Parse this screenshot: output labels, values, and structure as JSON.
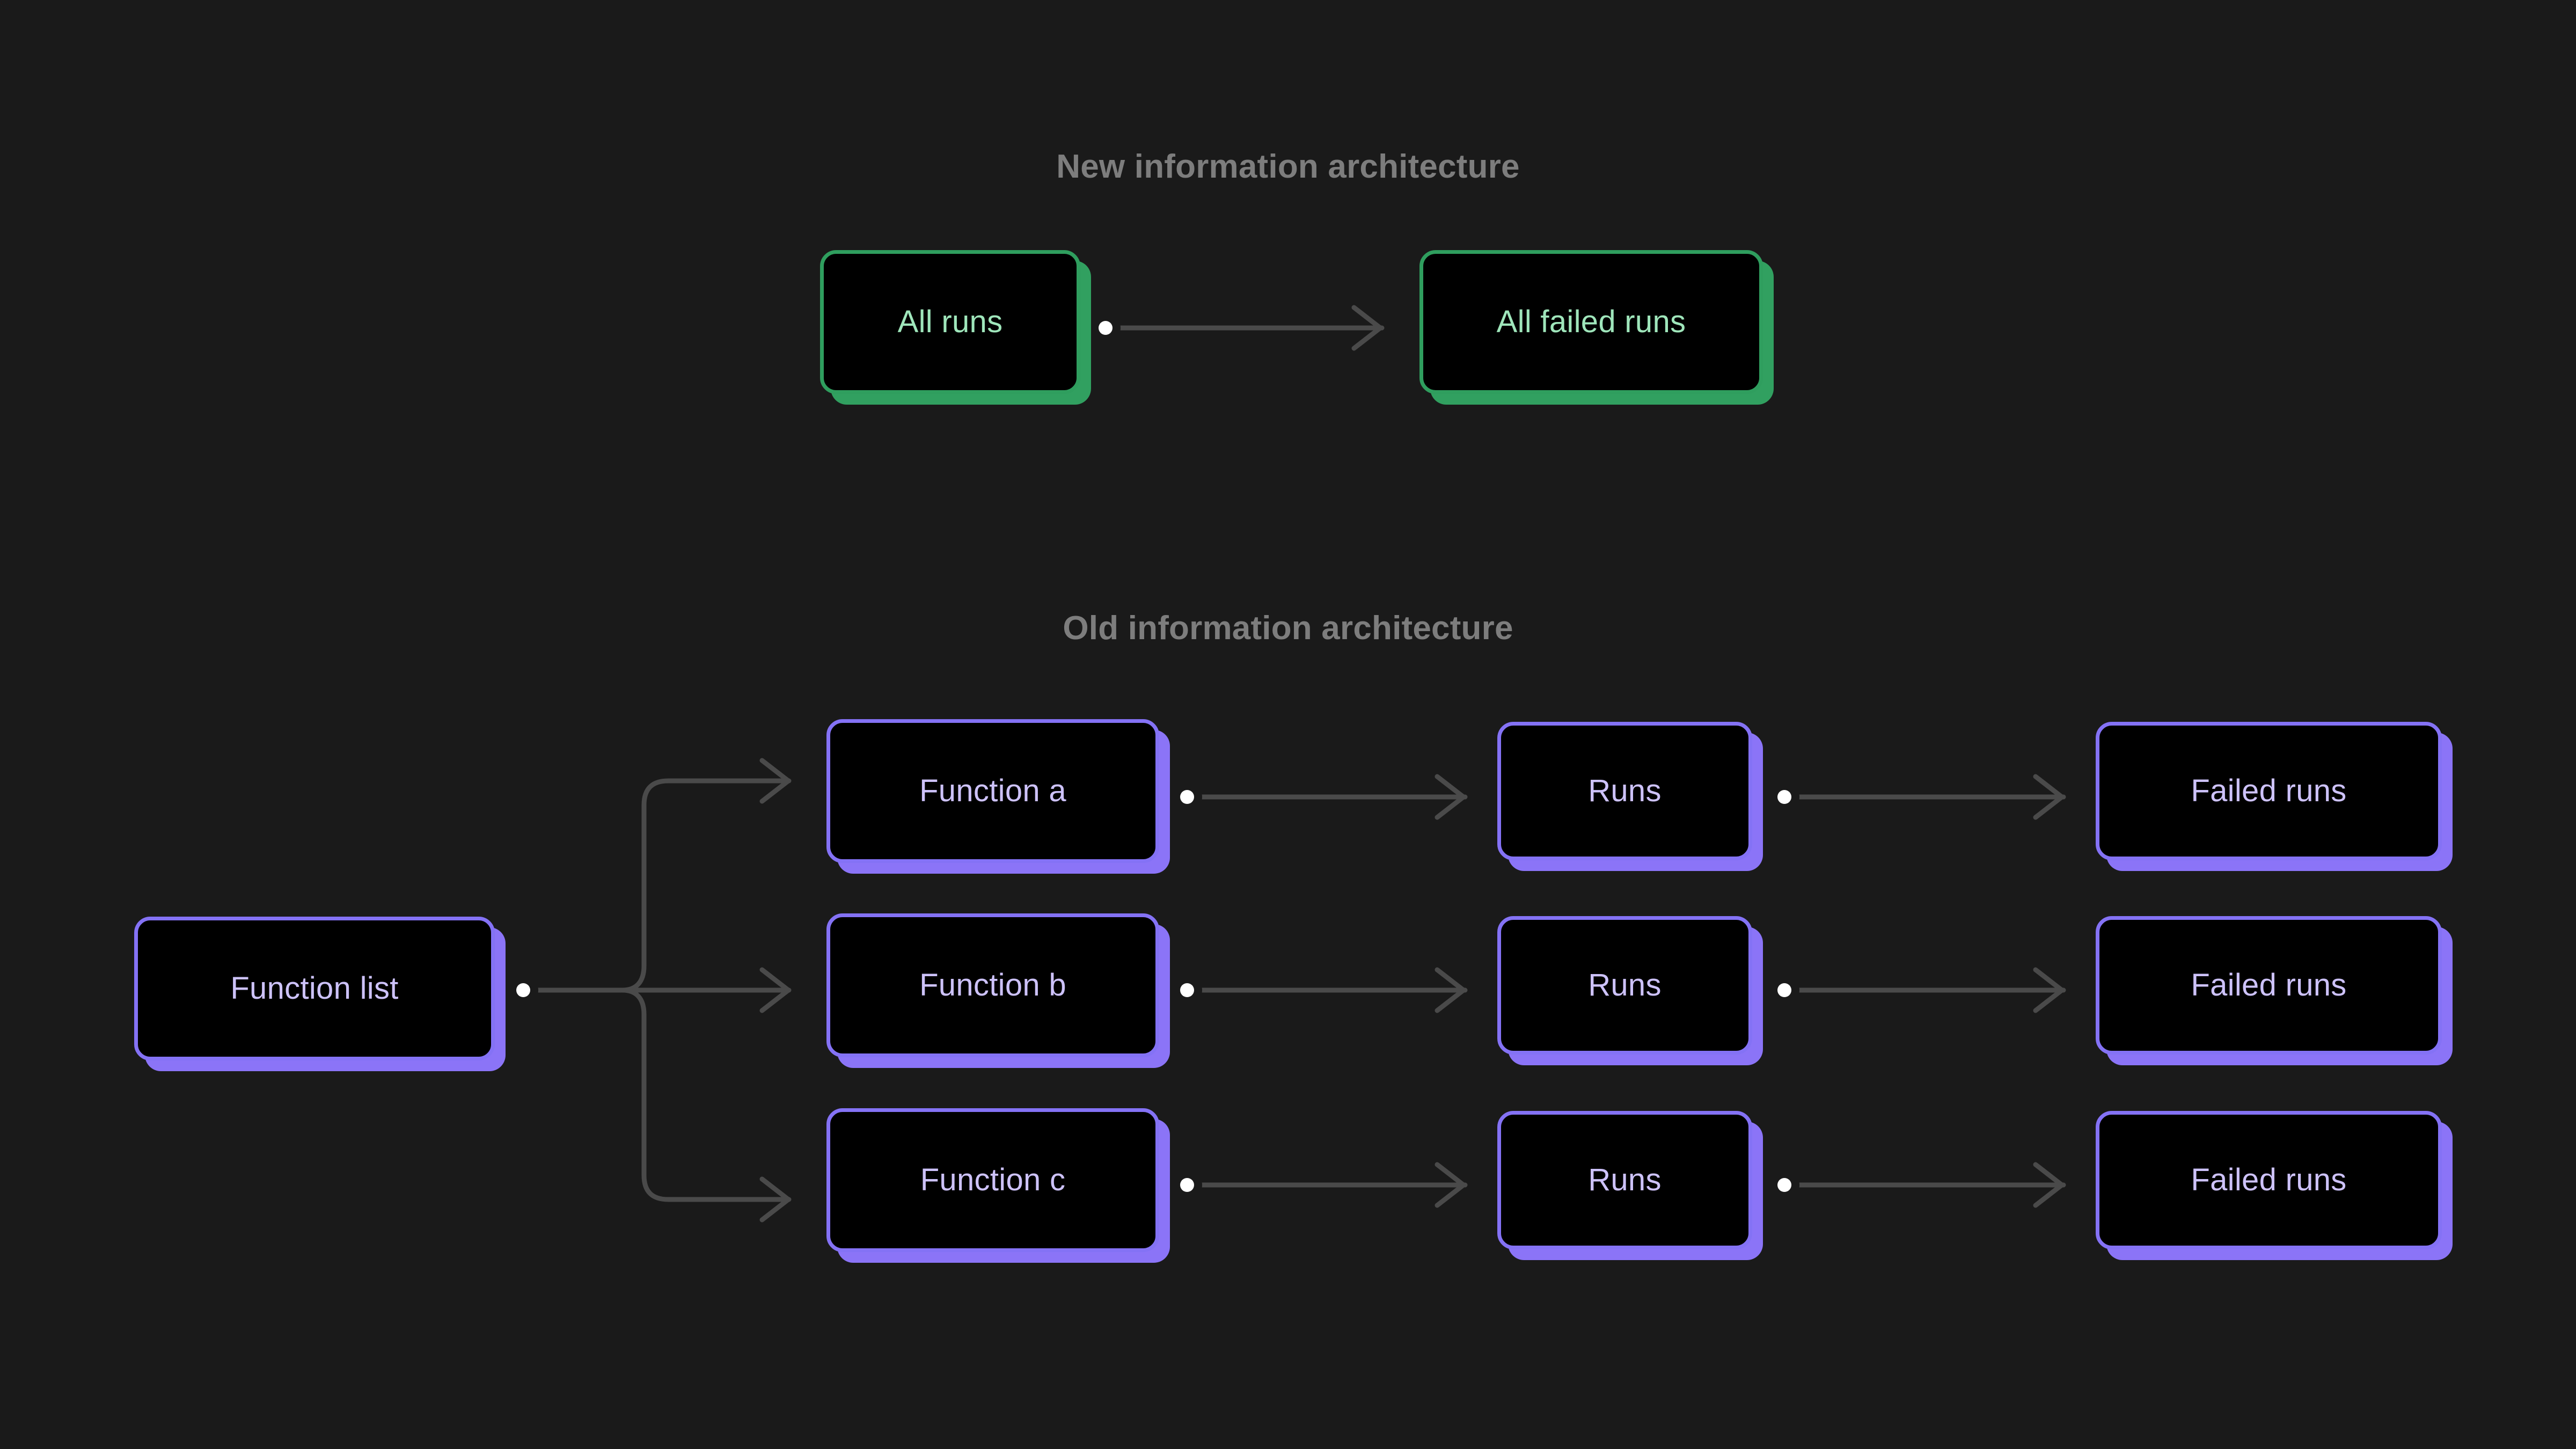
{
  "background_color": "#1a1a1a",
  "theme": {
    "node_fill": "#000000",
    "green_border": "#2f9e5e",
    "green_shadow": "#31a060",
    "green_text": "#9fe6bb",
    "purple_border": "#8472f5",
    "purple_shadow": "#8b74f7",
    "purple_text": "#cdc2fb",
    "connector_color": "#4a4a4a",
    "connector_dot_color": "#ffffff",
    "title_color": "#7d7d7d"
  },
  "sections": [
    {
      "id": "new",
      "title": "New information architecture",
      "accent": "green",
      "nodes": [
        {
          "id": "all-runs",
          "label": "All runs"
        },
        {
          "id": "all-failed-runs",
          "label": "All failed runs"
        }
      ],
      "edges": [
        {
          "from": "all-runs",
          "to": "all-failed-runs"
        }
      ]
    },
    {
      "id": "old",
      "title": "Old information architecture",
      "accent": "purple",
      "nodes": [
        {
          "id": "function-list",
          "label": "Function list"
        },
        {
          "id": "function-a",
          "label": "Function a"
        },
        {
          "id": "function-b",
          "label": "Function b"
        },
        {
          "id": "function-c",
          "label": "Function c"
        },
        {
          "id": "runs-a",
          "label": "Runs"
        },
        {
          "id": "runs-b",
          "label": "Runs"
        },
        {
          "id": "runs-c",
          "label": "Runs"
        },
        {
          "id": "failed-runs-a",
          "label": "Failed runs"
        },
        {
          "id": "failed-runs-b",
          "label": "Failed runs"
        },
        {
          "id": "failed-runs-c",
          "label": "Failed runs"
        }
      ],
      "edges": [
        {
          "from": "function-list",
          "to": "function-a"
        },
        {
          "from": "function-list",
          "to": "function-b"
        },
        {
          "from": "function-list",
          "to": "function-c"
        },
        {
          "from": "function-a",
          "to": "runs-a"
        },
        {
          "from": "function-b",
          "to": "runs-b"
        },
        {
          "from": "function-c",
          "to": "runs-c"
        },
        {
          "from": "runs-a",
          "to": "failed-runs-a"
        },
        {
          "from": "runs-b",
          "to": "failed-runs-b"
        },
        {
          "from": "runs-c",
          "to": "failed-runs-c"
        }
      ]
    }
  ],
  "labels": {
    "new_title": "New information architecture",
    "old_title": "Old information architecture",
    "all_runs": "All runs",
    "all_failed_runs": "All failed runs",
    "function_list": "Function list",
    "function_a": "Function a",
    "function_b": "Function b",
    "function_c": "Function c",
    "runs_a": "Runs",
    "runs_b": "Runs",
    "runs_c": "Runs",
    "failed_runs_a": "Failed runs",
    "failed_runs_b": "Failed runs",
    "failed_runs_c": "Failed runs"
  }
}
